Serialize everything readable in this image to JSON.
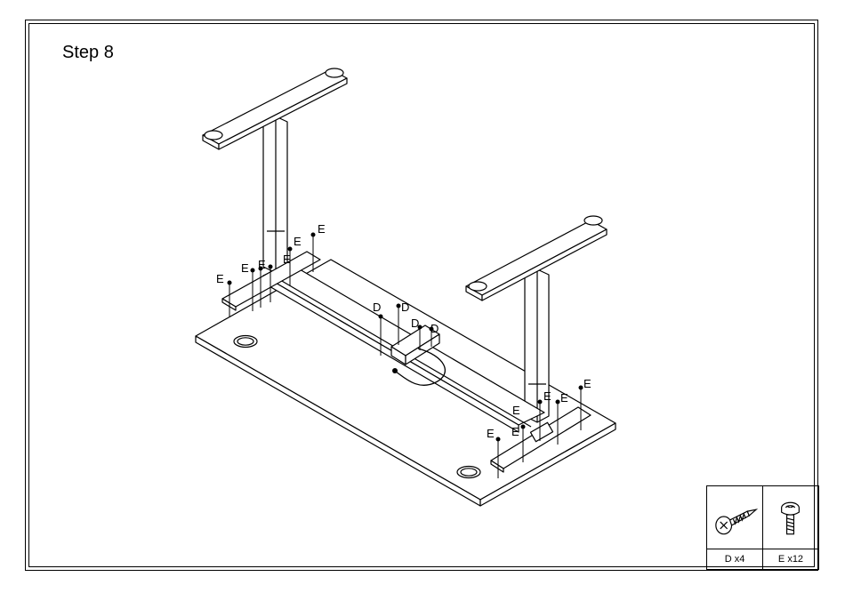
{
  "step_title": "Step 8",
  "callouts": {
    "screw_d": "D",
    "screw_e": "E"
  },
  "parts": [
    {
      "icon": "wood-screw-icon",
      "qty": "D x4"
    },
    {
      "icon": "machine-screw-icon",
      "qty": "E x12"
    }
  ]
}
